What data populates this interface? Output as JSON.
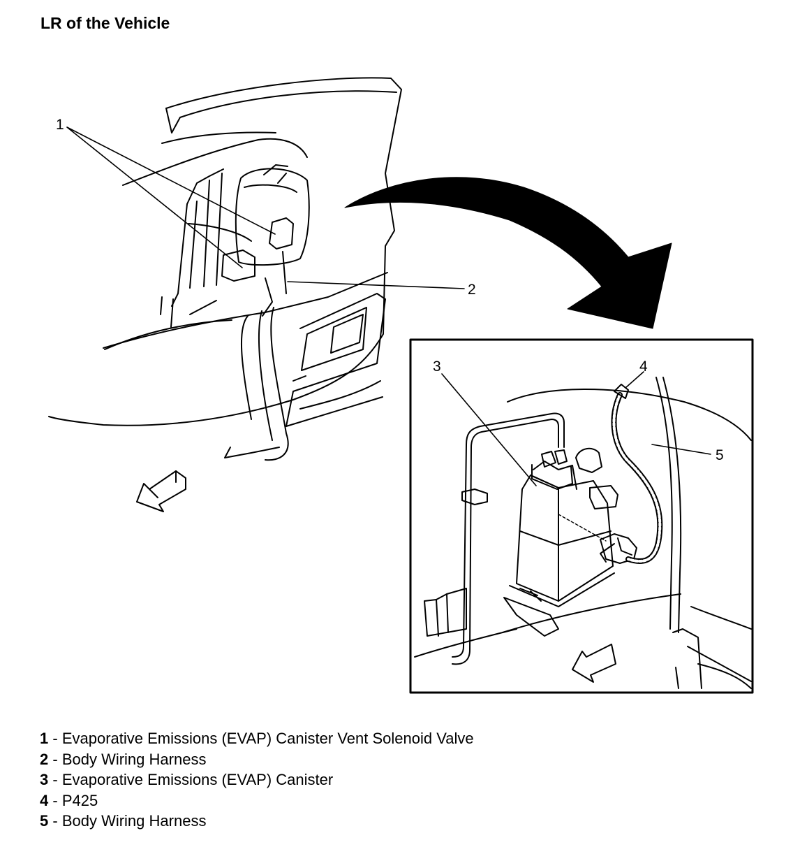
{
  "title": "LR of the Vehicle",
  "callouts": [
    "1",
    "2",
    "3",
    "4",
    "5"
  ],
  "legend": [
    {
      "num": "1",
      "sep": " - ",
      "text": "Evaporative Emissions (EVAP) Canister Vent Solenoid Valve"
    },
    {
      "num": "2",
      "sep": " - ",
      "text": "Body Wiring Harness"
    },
    {
      "num": "3",
      "sep": " - ",
      "text": "Evaporative Emissions (EVAP) Canister"
    },
    {
      "num": "4",
      "sep": " - ",
      "text": "P425"
    },
    {
      "num": "5",
      "sep": " - ",
      "text": "Body Wiring Harness"
    }
  ]
}
